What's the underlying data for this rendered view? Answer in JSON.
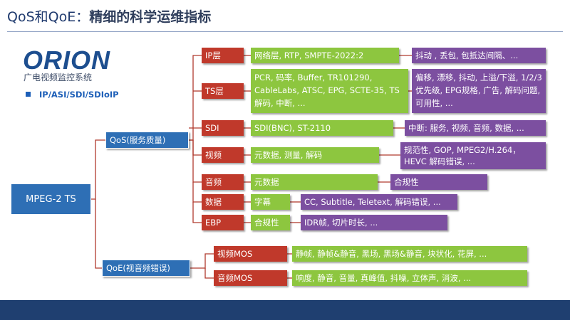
{
  "header": {
    "prefix": "QoS和QoE：",
    "emphasis": "精细的科学运维指标"
  },
  "brand": {
    "logo": "ORION",
    "subtitle": "广电视频监控系统",
    "feature": "IP/ASI/SDI/SDIoIP"
  },
  "root": "MPEG-2 TS",
  "qos": {
    "label": "QoS(服务质量)",
    "rows": [
      {
        "cat": "IP层",
        "detail": "网络层, RTP, SMPTE-2022:2",
        "issues": "抖动 , 丢包, 包抵达间隔、..."
      },
      {
        "cat": "TS层",
        "detail": "PCR, 码率, Buffer, TR101290, CableLabs, ATSC, EPG, SCTE-35, TS解码, 中断, ...",
        "issues": "偏移, 漂移, 抖动, 上溢/下溢, 1/2/3优先级, EPG规格, 广告, 解码问题, 可用性, ..."
      },
      {
        "cat": "SDI",
        "detail": "SDI(BNC), ST-2110",
        "issues": "中断: 服务, 视频, 音频, 数据, ..."
      },
      {
        "cat": "视频",
        "detail": "元数据, 测量, 解码",
        "issues": "规范性, GOP, MPEG2/H.264， HEVC 解码错误, ..."
      },
      {
        "cat": "音频",
        "detail": "元数据",
        "issues": "合规性"
      },
      {
        "cat": "数据",
        "detail": "字幕",
        "issues": "CC, Subtitle, Teletext, 解码错误, ..."
      },
      {
        "cat": "EBP",
        "detail": "合规性",
        "issues": "IDR帧, 切片时长, ..."
      }
    ]
  },
  "qoe": {
    "label": "QoE(视音频错误)",
    "rows": [
      {
        "cat": "视频MOS",
        "issues": "静帧, 静帧&静音, 黑场, 黑场&静音, 块状化, 花屏, ..."
      },
      {
        "cat": "音频MOS",
        "issues": "响度, 静音, 音量, 真峰值, 抖噪, 立体声, 消波, ..."
      }
    ]
  },
  "colors": {
    "blue": "#2e6fb5",
    "red": "#c0392b",
    "green": "#8dc63f",
    "purple": "#7c4fa0",
    "connector": "#b03a2e",
    "bar": "#1f3f70"
  }
}
